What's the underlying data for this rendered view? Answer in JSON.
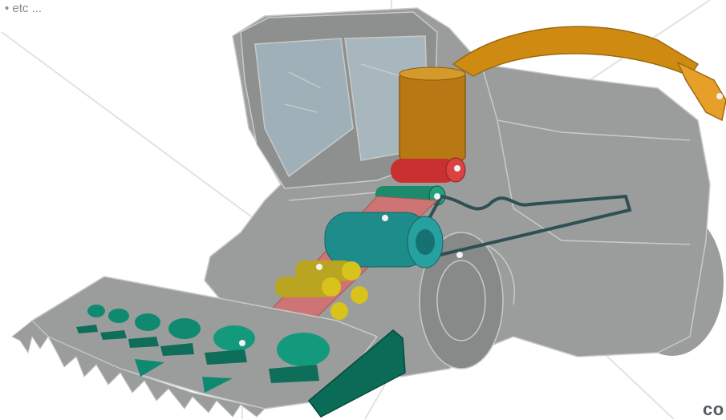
{
  "note_text": "• etc ...",
  "corner_text": "co",
  "colors": {
    "body": "#9a9d9b",
    "body_dark": "#7c807e",
    "outline": "#c7cac8",
    "glass": "#9fb0b9",
    "spout": "#cf8a12",
    "spout_dark": "#9a6a10",
    "red_roller": "#c8312f",
    "teal_roller": "#1f8c8c",
    "green_roller": "#1d8a6b",
    "yellow_roller": "#c9b416",
    "conveyor": "#cf7474",
    "header_teal": "#0f8a70",
    "belt": "#2f4f55",
    "callout": "#e3e3e3"
  },
  "icons": [
    "callout-point-marker"
  ]
}
